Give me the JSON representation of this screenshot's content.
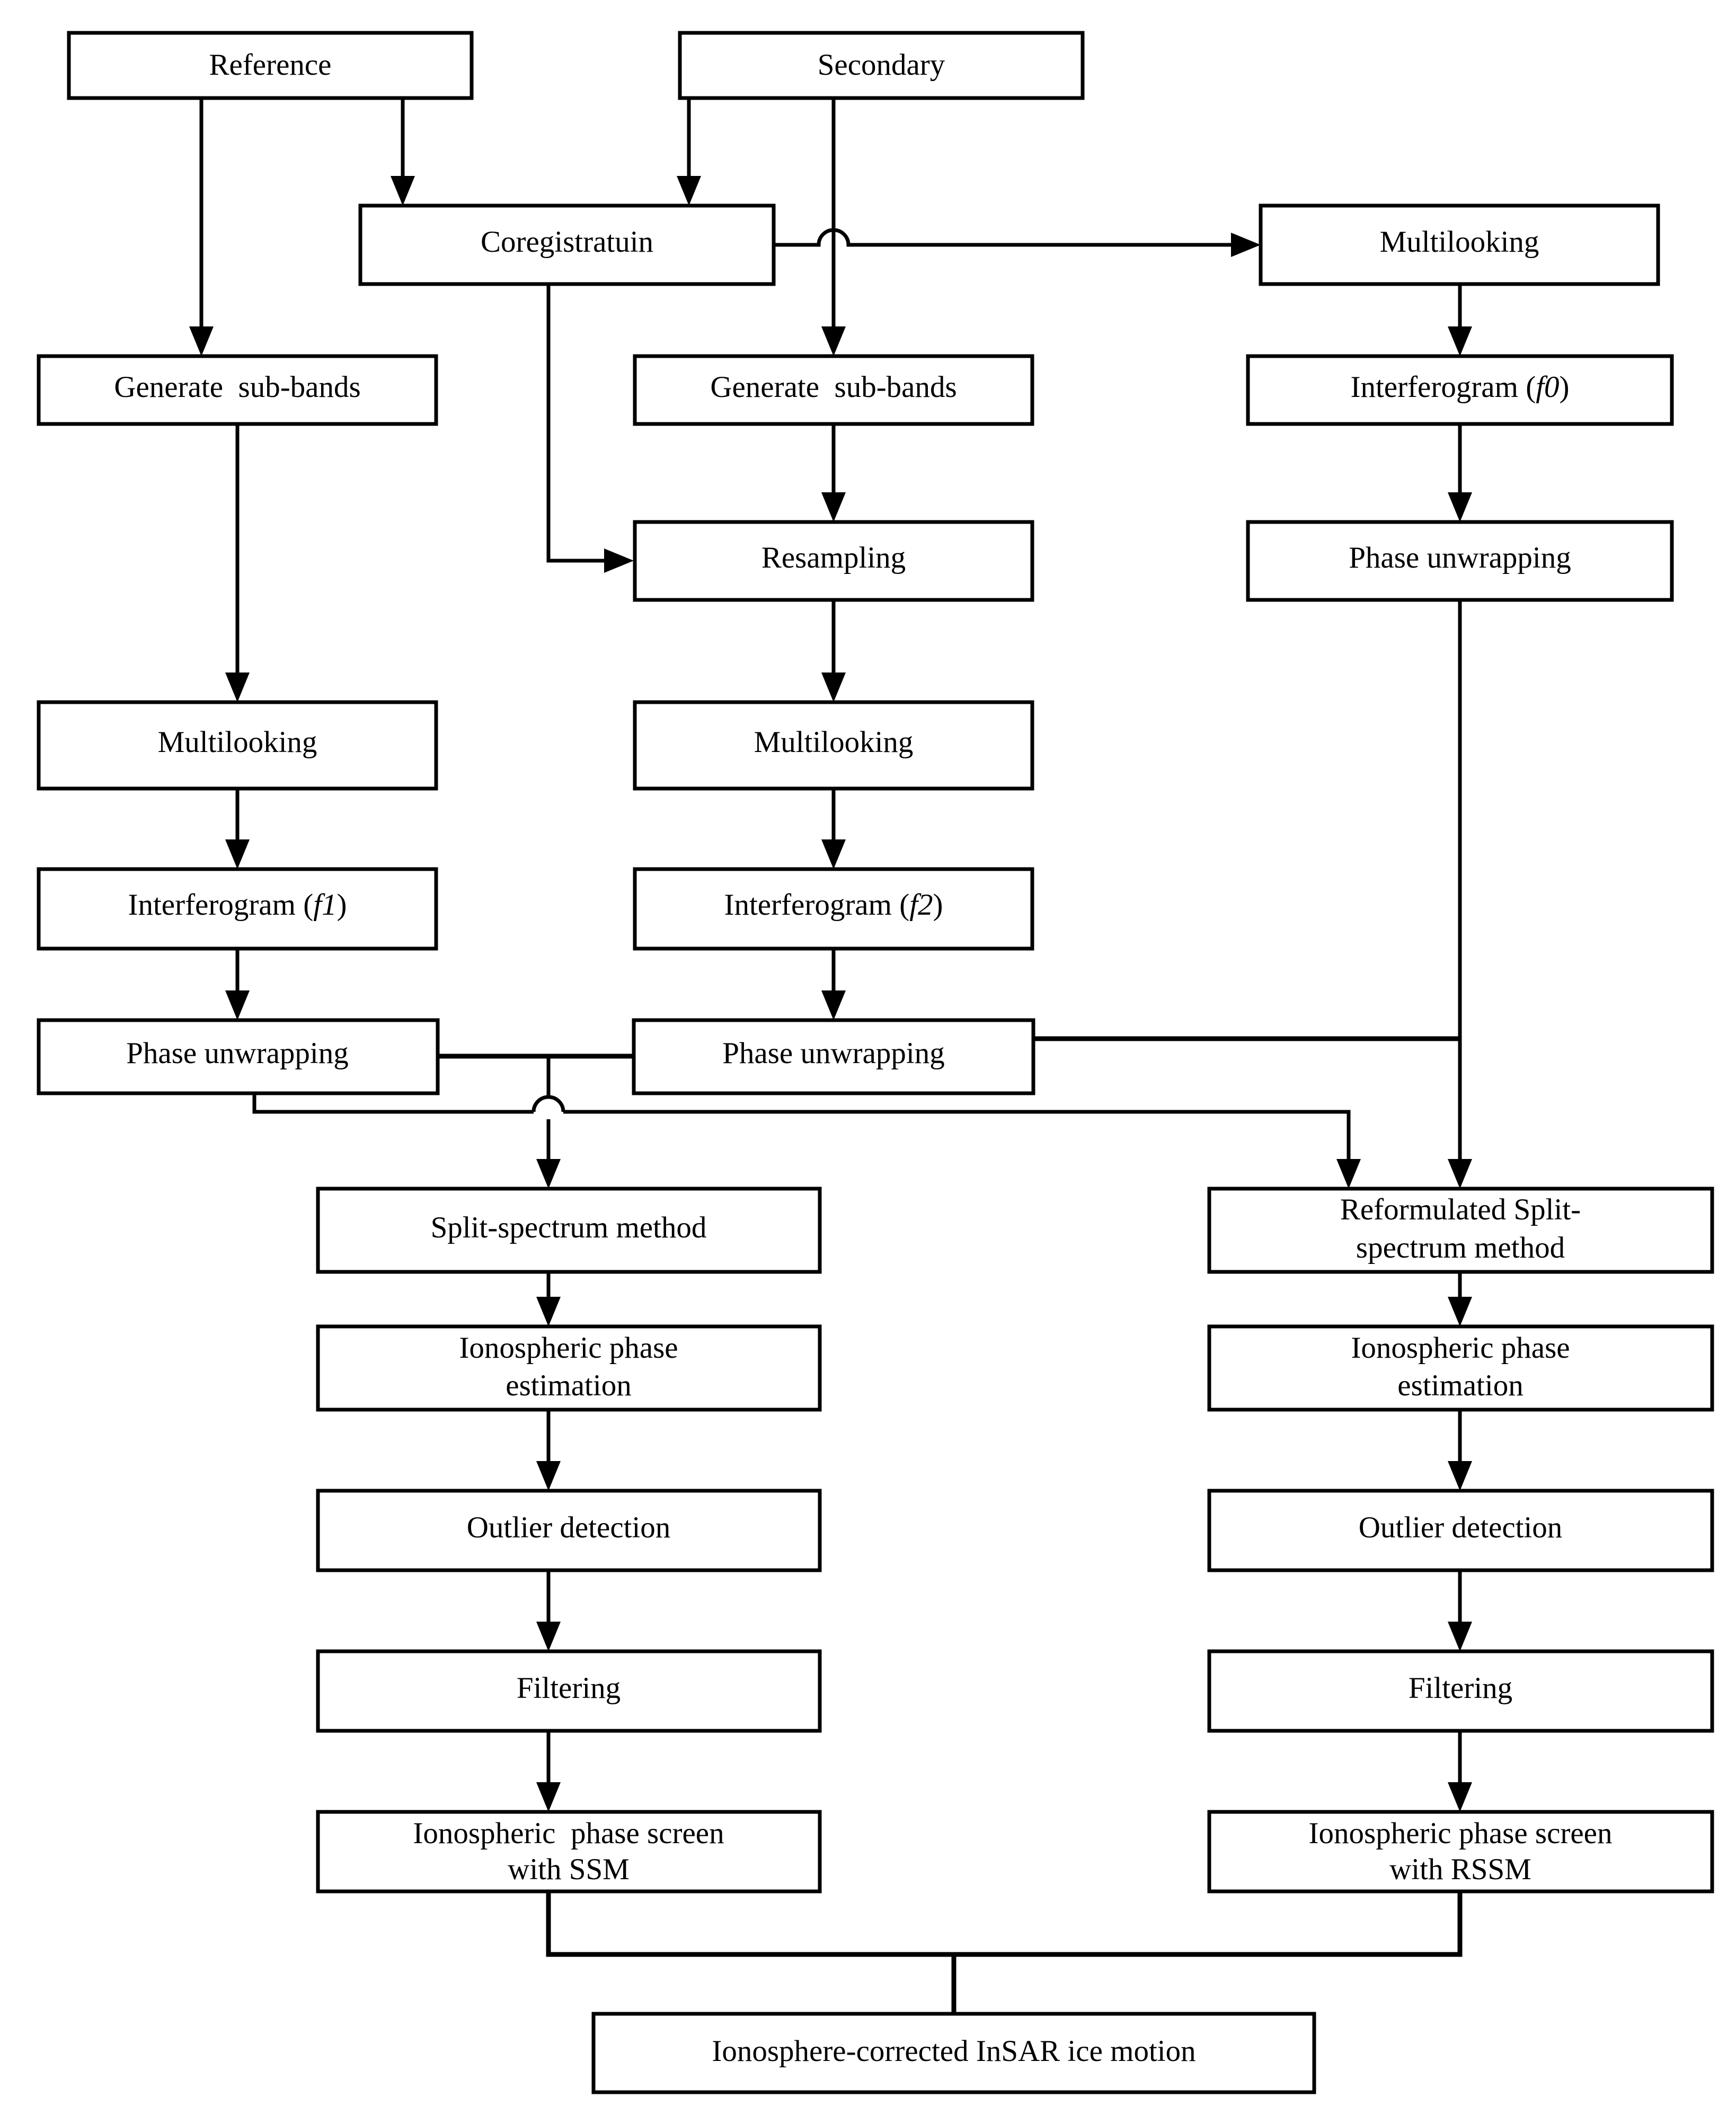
{
  "diagram": {
    "title": "Ionosphere-corrected InSAR ice motion processing chain",
    "type": "flowchart",
    "orientation": "top-to-bottom",
    "background_color": "#ffffff",
    "line_color": "#000000",
    "node_fill": "#ffffff"
  },
  "nodes": {
    "reference": {
      "label": "Reference"
    },
    "secondary": {
      "label": "Secondary"
    },
    "coregistration": {
      "label": "Coregistratuin"
    },
    "multilooking_right": {
      "label": "Multilooking"
    },
    "generate_subbands_left": {
      "label": "Generate  sub-bands"
    },
    "generate_subbands_mid": {
      "label": "Generate  sub-bands"
    },
    "interferogram_f0": {
      "label_main": "Interferogram (",
      "label_italic": "f0",
      "label_tail": ")"
    },
    "resampling": {
      "label": "Resampling"
    },
    "phase_unwrapping_right": {
      "label": "Phase unwrapping"
    },
    "multilooking_left": {
      "label": "Multilooking"
    },
    "multilooking_mid": {
      "label": "Multilooking"
    },
    "interferogram_f1": {
      "label_main": "Interferogram (",
      "label_italic": "f1",
      "label_tail": ")"
    },
    "interferogram_f2": {
      "label_main": "Interferogram (",
      "label_italic": "f2",
      "label_tail": ")"
    },
    "phase_unwrapping_left": {
      "label": "Phase unwrapping"
    },
    "phase_unwrapping_mid": {
      "label": "Phase unwrapping"
    },
    "split_spectrum": {
      "label": "Split-spectrum method"
    },
    "reformulated_split_spectrum": {
      "line1": "Reformulated Split-",
      "line2": "spectrum method"
    },
    "iono_phase_est_left": {
      "line1": "Ionospheric phase",
      "line2": "estimation"
    },
    "iono_phase_est_right": {
      "line1": "Ionospheric phase",
      "line2": "estimation"
    },
    "outlier_detection_left": {
      "label": "Outlier detection"
    },
    "outlier_detection_right": {
      "label": "Outlier detection"
    },
    "filtering_left": {
      "label": "Filtering"
    },
    "filtering_right": {
      "label": "Filtering"
    },
    "iono_screen_ssm": {
      "line1": "Ionospheric  phase screen",
      "line2": "with SSM"
    },
    "iono_screen_rssm": {
      "line1": "Ionospheric phase screen",
      "line2": "with RSSM"
    },
    "final_output": {
      "label": "Ionosphere-corrected InSAR ice motion"
    }
  },
  "edges": [
    {
      "from": "reference",
      "to": "generate_subbands_left",
      "arrow": true
    },
    {
      "from": "reference",
      "to": "coregistration",
      "arrow": true
    },
    {
      "from": "secondary",
      "to": "coregistration",
      "arrow": true
    },
    {
      "from": "secondary",
      "to": "generate_subbands_mid",
      "arrow": true
    },
    {
      "from": "coregistration",
      "to": "multilooking_right",
      "arrow": true
    },
    {
      "from": "coregistration",
      "to": "resampling",
      "arrow": true
    },
    {
      "from": "generate_subbands_mid",
      "to": "resampling",
      "arrow": true
    },
    {
      "from": "multilooking_right",
      "to": "interferogram_f0",
      "arrow": true
    },
    {
      "from": "interferogram_f0",
      "to": "phase_unwrapping_right",
      "arrow": true
    },
    {
      "from": "generate_subbands_left",
      "to": "multilooking_left",
      "arrow": true
    },
    {
      "from": "resampling",
      "to": "multilooking_mid",
      "arrow": true
    },
    {
      "from": "multilooking_left",
      "to": "interferogram_f1",
      "arrow": true
    },
    {
      "from": "multilooking_mid",
      "to": "interferogram_f2",
      "arrow": true
    },
    {
      "from": "interferogram_f1",
      "to": "phase_unwrapping_left",
      "arrow": true
    },
    {
      "from": "interferogram_f2",
      "to": "phase_unwrapping_mid",
      "arrow": true
    },
    {
      "from": "phase_unwrapping_left",
      "to": "split_spectrum",
      "arrow": true
    },
    {
      "from": "phase_unwrapping_mid",
      "to": "split_spectrum",
      "arrow": true
    },
    {
      "from": "phase_unwrapping_left",
      "to": "reformulated_split_spectrum",
      "arrow": true
    },
    {
      "from": "phase_unwrapping_right",
      "to": "reformulated_split_spectrum",
      "arrow": true
    },
    {
      "from": "phase_unwrapping_mid",
      "to": "phase_unwrapping_right",
      "arrow": false
    },
    {
      "from": "split_spectrum",
      "to": "iono_phase_est_left",
      "arrow": true
    },
    {
      "from": "iono_phase_est_left",
      "to": "outlier_detection_left",
      "arrow": true
    },
    {
      "from": "outlier_detection_left",
      "to": "filtering_left",
      "arrow": true
    },
    {
      "from": "filtering_left",
      "to": "iono_screen_ssm",
      "arrow": true
    },
    {
      "from": "reformulated_split_spectrum",
      "to": "iono_phase_est_right",
      "arrow": true
    },
    {
      "from": "iono_phase_est_right",
      "to": "outlier_detection_right",
      "arrow": true
    },
    {
      "from": "outlier_detection_right",
      "to": "filtering_right",
      "arrow": true
    },
    {
      "from": "filtering_right",
      "to": "iono_screen_rssm",
      "arrow": true
    },
    {
      "from": "iono_screen_ssm",
      "to": "final_output",
      "arrow": false
    },
    {
      "from": "iono_screen_rssm",
      "to": "final_output",
      "arrow": false
    }
  ]
}
